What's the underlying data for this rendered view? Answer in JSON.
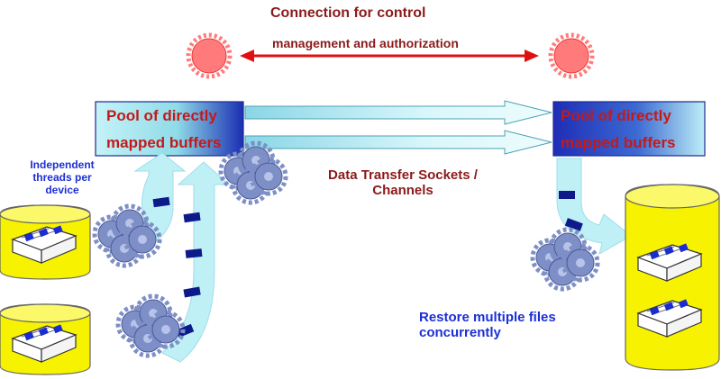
{
  "title": {
    "line1": "Connection for control",
    "line2": "management and  authorization"
  },
  "pool_left": {
    "line1": "Pool of directly",
    "line2": "mapped buffers"
  },
  "pool_right": {
    "line1": "Pool of directly",
    "line2": "mapped buffers"
  },
  "threads_label": {
    "line1": "Independent",
    "line2": "threads per",
    "line3": "device"
  },
  "transfer_label": {
    "line1": "Data Transfer Sockets /",
    "line2": "Channels"
  },
  "restore_label": {
    "line1": "Restore multiple files",
    "line2": "concurrently"
  },
  "colors": {
    "label_dark": "#8b1a1a",
    "label_blue": "#1c2fd6",
    "pool_text": "#c21a1a",
    "control_arrow": "#e01010",
    "node_fill": "#ff7b7b",
    "cylinder": "#f6f200",
    "flow_arrow": "#bff0f6",
    "gear": "#7d8fc6",
    "marker": "#0d1b8a"
  },
  "icons": [
    "starburst-icon",
    "gear-icon",
    "cylinder-icon",
    "tray-icon"
  ]
}
